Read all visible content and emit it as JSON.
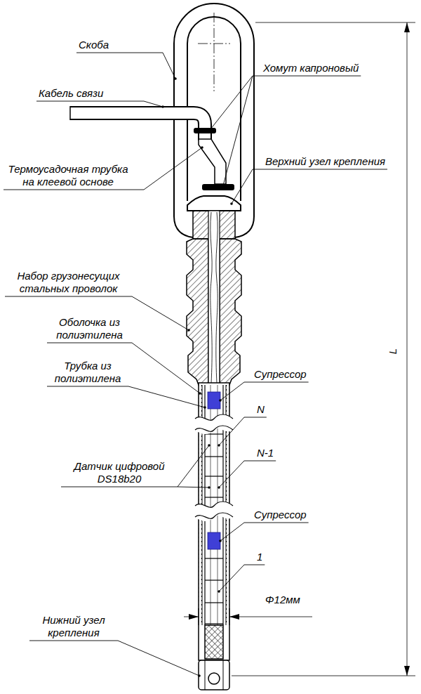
{
  "diagram": {
    "labels": [
      "Скоба",
      "Кабель связи",
      "Хомут капроновый",
      "Термоусадочная трубка на клеевой основе",
      "Верхний узел крепления",
      "Набор грузонесущих стальных проволок",
      "Оболочка из полиэтилена",
      "Трубка из полиэтилена",
      "Супрессор",
      "N",
      "N-1",
      "Датчик цифровой DS18b20",
      "Супрессор",
      "1",
      "Нижний узел крепления",
      "Φ12мм",
      "L"
    ]
  }
}
